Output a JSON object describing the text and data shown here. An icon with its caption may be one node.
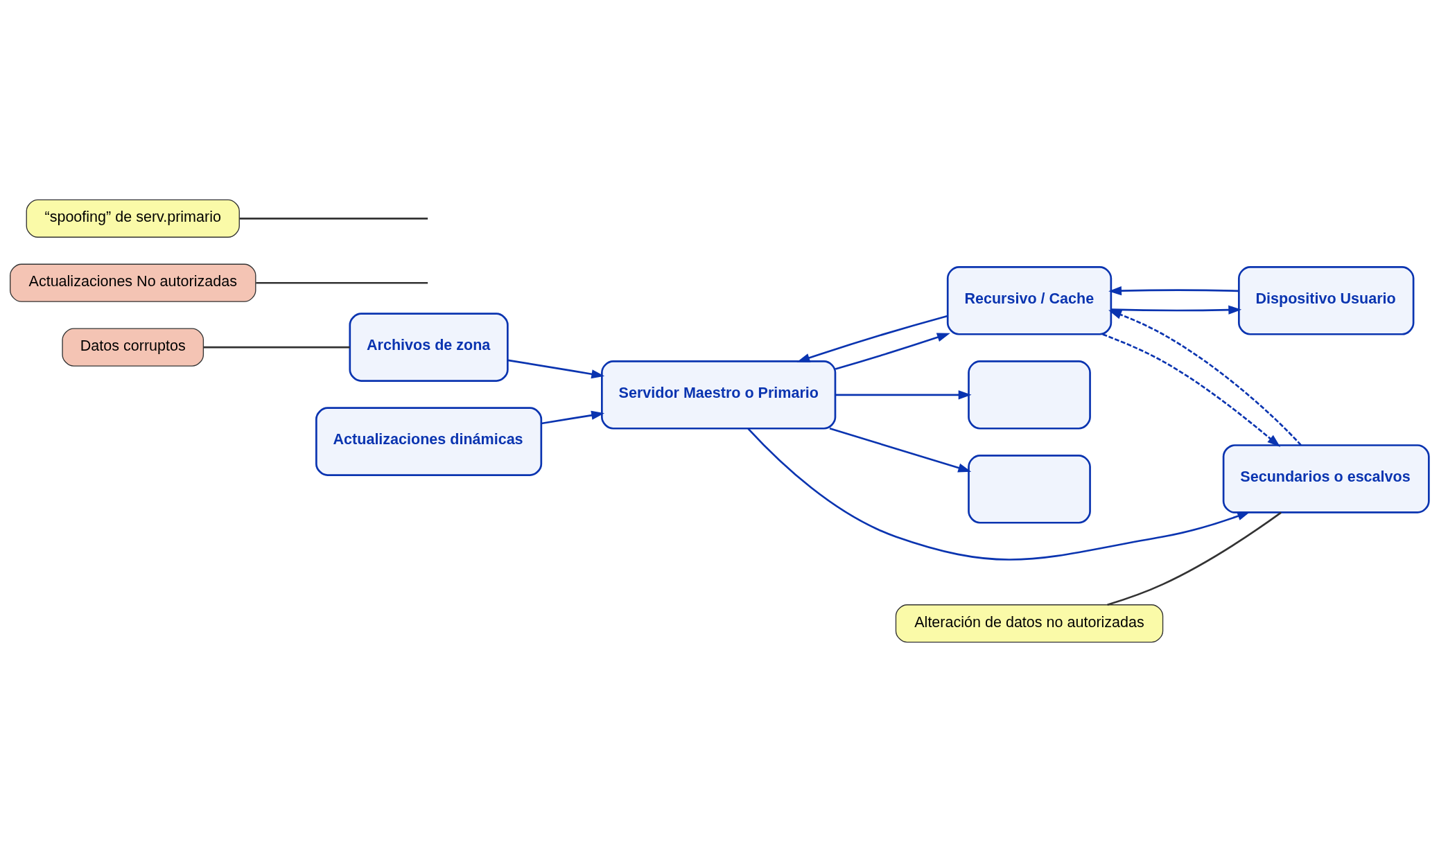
{
  "diagram": {
    "nodes": [
      {
        "text": [
          "Datos corruptos"
        ]
      },
      {
        "text": [
          "Archivos de zona"
        ]
      },
      {
        "text": [
          "Actualizaciones dinámicas"
        ]
      },
      {
        "text": [
          "Servidor Maestro o Primario"
        ]
      },
      {
        "text": [
          "Recursivo / Cache"
        ]
      },
      {
        "text": [
          "Dispositivo Usuario"
        ]
      },
      {
        "text": [],
        "shape": "box"
      },
      {
        "text": [],
        "shape": "box"
      },
      {
        "text": [
          "Secundarios o escalvos"
        ]
      },
      {
        "text": [
          "Actualizaciones No autorizadas"
        ]
      },
      {
        "text": [
          "“spoofing” de serv.primario"
        ]
      },
      {
        "text": [
          "Alteración de datos no autorizadas"
        ]
      }
    ],
    "edges": [
      {
        "from": 0,
        "to": 1,
        "arrow": "none",
        "color": "#333333"
      },
      {
        "from": 1,
        "to": 3,
        "arrow": "to"
      },
      {
        "from": 2,
        "to": 3,
        "arrow": "to"
      },
      {
        "from": 3,
        "to": 4,
        "arrow": "to"
      },
      {
        "from": 4,
        "to": 3,
        "arrow": "to"
      },
      {
        "from": 4,
        "to": 5,
        "arrow": "to"
      },
      {
        "from": 5,
        "to": 4,
        "arrow": "to"
      },
      {
        "from": 3,
        "to": 6,
        "arrow": "to"
      },
      {
        "from": 3,
        "to": 7,
        "arrow": "to"
      },
      {
        "from": 3,
        "to": 8,
        "arrow": "to"
      },
      {
        "from": 8,
        "to": 4,
        "arrow": "to",
        "style": "dashed"
      },
      {
        "from": 4,
        "to": 8,
        "arrow": "to",
        "style": "dashed"
      },
      {
        "from": 9,
        "to": null,
        "arrow": "none",
        "color": "#333333"
      },
      {
        "from": 10,
        "to": null,
        "arrow": "none",
        "color": "#333333"
      },
      {
        "from": 11,
        "to": 8,
        "arrow": "none",
        "color": "#333333"
      }
    ]
  }
}
